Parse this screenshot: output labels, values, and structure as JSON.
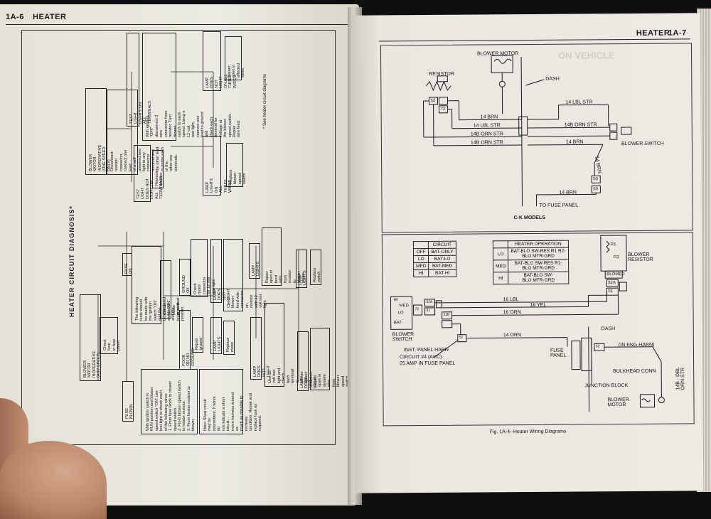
{
  "left_page": {
    "page_number": "1A-6",
    "section": "HEATER",
    "chart_title": "HEATER CIRCUIT DIAGNOSIS*",
    "boxes": [
      {
        "text": "BLOWER MOTOR INOPERATIVE\n(ANY SPEED)"
      },
      {
        "text": "Check fuse\nin fuse panel."
      },
      {
        "text": "FUSE BLOWN"
      },
      {
        "text": "FUSE OK"
      },
      {
        "text": "With ignition switch in\nRUN position and blower\nspeed switch \"ON\" use\ntest light to check each\nof the following wires:\n1. From fuse block to blower\n   speed switch.\n2. From blower speed switch\n   to heater resistor.\n3. From heater resistor to\n   blower."
      },
      {
        "text": "Note: Short circuit may be\nintermittent. If wires do\nnot indicate a short circuit,\nmove harness around as\nmuch as possible to recreate\ncondition. Repair and\nreplace fuse as required."
      },
      {
        "text": "The following tests should be made with\nthe ignition switch \"ON\" and the\nblower speed switch \"ON\" and the\nlever on heat position."
      },
      {
        "text": "Check blower motor ground"
      },
      {
        "text": "POOR OR NO GROUND"
      },
      {
        "text": "Repair ground"
      },
      {
        "text": "GROUND OK"
      },
      {
        "text": "Check motor connector\non 12 volt test light."
      },
      {
        "text": "LAMP LIGHTS"
      },
      {
        "text": "Replace motor"
      },
      {
        "text": "LAMP DOES NOT LIGHT"
      },
      {
        "text": "Check blower feed wire connector\non resistor with 12 volt test light."
      },
      {
        "text": "LAMP LIGHTS"
      },
      {
        "text": "Repair open in feed wire\nfrom resistor to blower motor."
      },
      {
        "text": "LAMP DOES NOT LIGHT"
      },
      {
        "text": "Use 12 volt test light and check feed\nterminal to blower speed switch."
      },
      {
        "text": "LAMP LIGHTS"
      },
      {
        "text": "Replace switch"
      },
      {
        "text": "LAMP DOES NOT LIGHT"
      },
      {
        "text": "Repair open in system wire\nfrom blower speed switch\nto fuse panel."
      },
      {
        "text": "BLOWER MOTOR INOPERATIVE\n(ONE SPEED ONLY)"
      },
      {
        "text": "Disconnect resistor connector, connect one lead\nof a self powered test light to any connector\nterminal and the other lead to probe each of the\nother two terminals."
      },
      {
        "text": "TEST LIGHT LIGHTS ON ALL TERMINALS"
      },
      {
        "text": "TEST LIGHT DOES NOT\nLIGHT ON ALL TERMINALS"
      },
      {
        "text": "Replace resistor"
      },
      {
        "text": "With ignition \"OFF\" disconnect 3 wire\nconnector from resistor. Turn blower\nswitch to each speed. Using a 12 volt\ntest light, connect one lead to ground and\ncheck each terminal for voltage at\nthe blower speed switch. Repair\nwire feed."
      },
      {
        "text": "LAMP LIGHTS ON\nALL THREE WIRES"
      },
      {
        "text": "Replace blower\nspeed switch"
      },
      {
        "text": "LAMP DOES NOT LIGHT\nON ALL THREE WIRES"
      },
      {
        "text": "Repair open in\naffected wires."
      }
    ],
    "footnote": "* See heater circuit diagrams"
  },
  "right_page": {
    "section": "HEATER",
    "page_number": "1A-7",
    "faded_heading": "ON VEHICLE",
    "diagram_top": {
      "labels": {
        "blower_motor": "BLOWER MOTOR",
        "resistor": "RESISTOR",
        "dash": "DASH",
        "w1": "14 BRN",
        "w2": "14 LBL STR",
        "w3": "14B ORN STR",
        "w4": "14B ORN STR",
        "w5": "14 LBL STR",
        "w6": "14B ORN STR",
        "w7": "14 BRN",
        "w8": "14 BRN",
        "w9": "14 BRN",
        "blower_switch": "BLOWER SWITCH",
        "fuse_panel": "TO FUSE PANEL",
        "model": "C-K MODELS",
        "c52": "52",
        "c72": "72",
        "c50a": "50",
        "c50b": "50"
      }
    },
    "table_circuit": {
      "header": [
        "",
        "CIRCUIT"
      ],
      "rows": [
        [
          "OFF",
          "BAT-ONLY"
        ],
        [
          "LO",
          "BAT-LO"
        ],
        [
          "MED",
          "BAT-MED"
        ],
        [
          "HI",
          "BAT-HI"
        ]
      ]
    },
    "table_operation": {
      "header": [
        "",
        "HEATER OPERATION"
      ],
      "rows": [
        [
          "LO",
          "BAT-BLO SW-RES R1 R2-\nBLO MTR-GRD"
        ],
        [
          "MED",
          "BAT-BLO SW-RES R1-\nBLO MTR-GRD"
        ],
        [
          "HI",
          "BAT-BLO SW-\nBLO MTR-GRD"
        ]
      ]
    },
    "diagram_bottom": {
      "labels": {
        "blower_resistor": "BLOWER\nRESISTOR",
        "r1": "R1",
        "r2": "R2",
        "blo": "BLO",
        "med": "MED",
        "hi": "HI",
        "med2": "MED",
        "lo": "LO",
        "bat": "BAT",
        "blower_switch": "BLOWER\nSWITCH",
        "w16lbl": "16 LBL",
        "w16yel": "16 YEL",
        "w16orn": "16 ORN",
        "w14orn": "14 ORN",
        "inst_panel": "INST. PANEL HARN",
        "circuit4": "CIRCUIT #4 (ACC)",
        "amp25": "25 AMP IN FUSE PANEL",
        "dash": "DASH",
        "eng_harn": "(IN ENG HARN)",
        "fuse_panel": "FUSE\nPANEL",
        "bulkhead": "BULKHEAD CONN",
        "junction": "JUNCTION BLOCK",
        "w14dbl": "14B - DBL\nORN STR",
        "blower_motor": "BLOWER\nMOTOR",
        "c52a": "52A",
        "c51": "51",
        "c52b": "52B",
        "c52": "52",
        "c72": "72",
        "c51b": "51"
      }
    },
    "figure_caption": "Fig. 1A-4--Heater Wiring Diagrams"
  }
}
